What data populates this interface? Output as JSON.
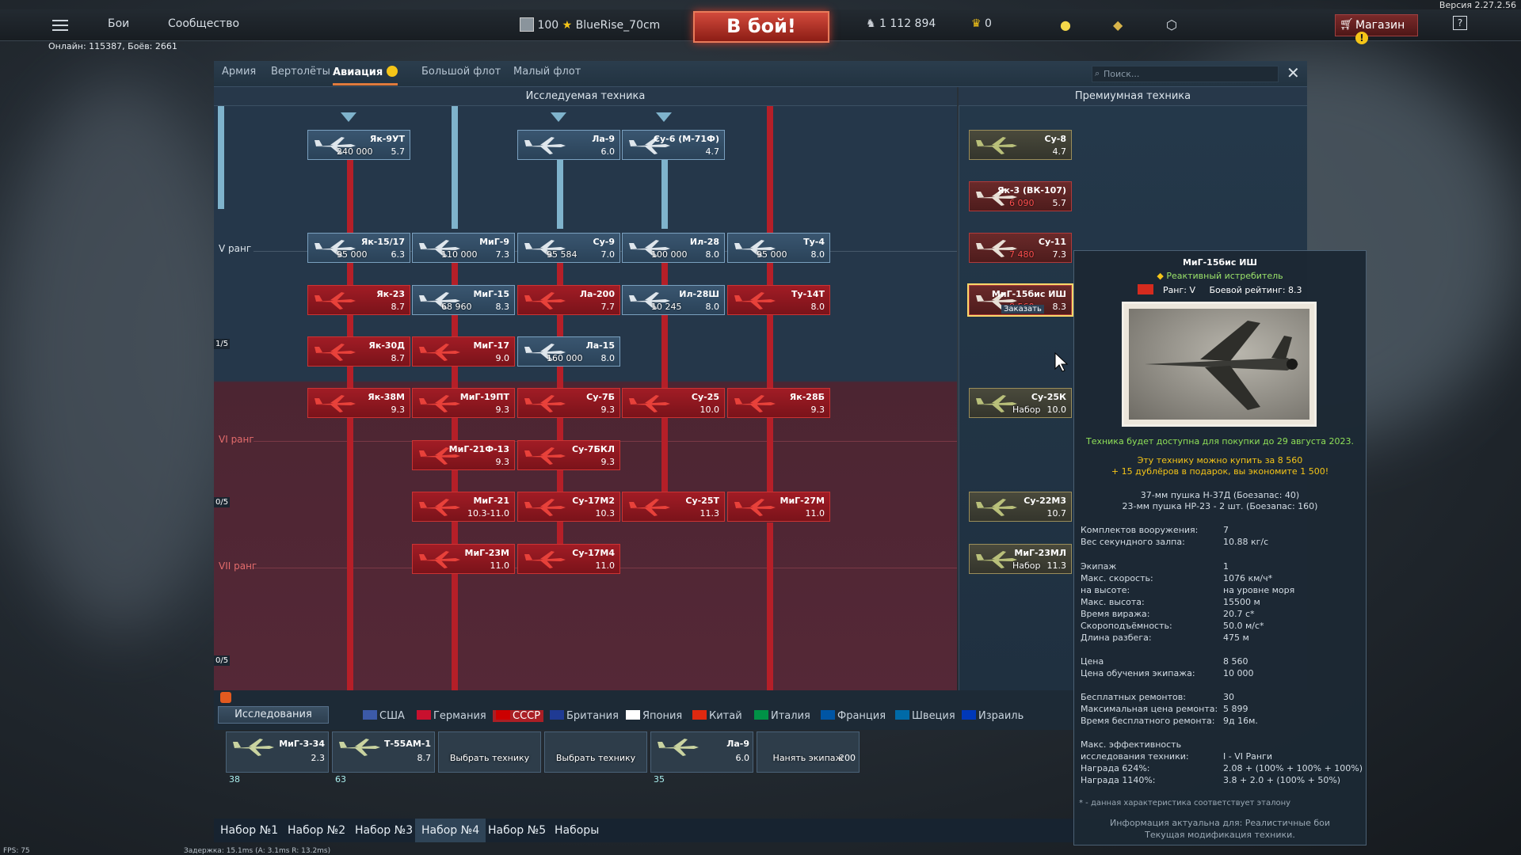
{
  "topbar": {
    "version": "Версия 2.27.2.56",
    "battles": "Бои",
    "community": "Сообщество",
    "level": "100",
    "nickname": "BlueRise_70cm",
    "to_battle": "В бой!",
    "silver_lions": "1 112 894",
    "golden_eagles": "0",
    "shop": "Магазин",
    "help": "?"
  },
  "online": "Онлайн: 115387, Боёв: 2661",
  "nav": {
    "tabs": [
      "Армия",
      "Вертолёты",
      "Авиация",
      "Большой флот",
      "Малый флот"
    ],
    "active": "Авиация",
    "search_placeholder": "Поиск..."
  },
  "columns": {
    "researchable": "Исследуемая техника",
    "premium": "Премиумная техника"
  },
  "ranks": [
    {
      "label": "V ранг",
      "count": "1/5"
    },
    {
      "label": "VI ранг",
      "count": "0/5"
    },
    {
      "label": "VII ранг",
      "count": "0/5"
    }
  ],
  "tree": [
    {
      "name": "Як-9УТ",
      "rp": "240 000",
      "br": "5.7",
      "state": "researched"
    },
    {
      "name": "Ла-9",
      "rp": "",
      "br": "6.0",
      "state": "researched"
    },
    {
      "name": "Су-6 (М-71Ф)",
      "rp": "",
      "br": "4.7",
      "state": "researched"
    },
    {
      "name": "Як-15/17",
      "rp": "95 000",
      "br": "6.3",
      "state": "researched"
    },
    {
      "name": "МиГ-9",
      "rp": "110 000",
      "br": "7.3",
      "state": "researched"
    },
    {
      "name": "Су-9",
      "rp": "95 584",
      "br": "7.0",
      "state": "researched"
    },
    {
      "name": "Ил-28",
      "rp": "100 000",
      "br": "8.0",
      "state": "researched"
    },
    {
      "name": "Ту-4",
      "rp": "95 000",
      "br": "8.0",
      "state": "researched"
    },
    {
      "name": "Як-23",
      "rp": "",
      "br": "8.7",
      "state": "locked"
    },
    {
      "name": "МиГ-15",
      "rp": "68 960",
      "br": "8.3",
      "state": "researched"
    },
    {
      "name": "Ла-200",
      "rp": "",
      "br": "7.7",
      "state": "locked"
    },
    {
      "name": "Ил-28Ш",
      "rp": "10 245",
      "br": "8.0",
      "state": "researched"
    },
    {
      "name": "Ту-14Т",
      "rp": "",
      "br": "8.0",
      "state": "locked"
    },
    {
      "name": "Як-30Д",
      "rp": "",
      "br": "8.7",
      "state": "locked"
    },
    {
      "name": "МиГ-17",
      "rp": "",
      "br": "9.0",
      "state": "locked"
    },
    {
      "name": "Ла-15",
      "rp": "160 000",
      "br": "8.0",
      "state": "researched"
    },
    {
      "name": "Як-38М",
      "rp": "",
      "br": "9.3",
      "state": "locked"
    },
    {
      "name": "МиГ-19ПТ",
      "rp": "",
      "br": "9.3",
      "state": "locked"
    },
    {
      "name": "Су-7Б",
      "rp": "",
      "br": "9.3",
      "state": "locked"
    },
    {
      "name": "Су-25",
      "rp": "",
      "br": "10.0",
      "state": "locked"
    },
    {
      "name": "Як-28Б",
      "rp": "",
      "br": "9.3",
      "state": "locked"
    },
    {
      "name": "МиГ-21Ф-13",
      "rp": "",
      "br": "9.3",
      "state": "locked"
    },
    {
      "name": "Су-7БКЛ",
      "rp": "",
      "br": "9.3",
      "state": "locked"
    },
    {
      "name": "МиГ-21",
      "rp": "",
      "br": "10.3-11.0",
      "state": "locked"
    },
    {
      "name": "Су-17М2",
      "rp": "",
      "br": "10.3",
      "state": "locked"
    },
    {
      "name": "Су-25Т",
      "rp": "",
      "br": "11.3",
      "state": "locked"
    },
    {
      "name": "МиГ-27М",
      "rp": "",
      "br": "11.0",
      "state": "locked"
    },
    {
      "name": "МиГ-23М",
      "rp": "",
      "br": "11.0",
      "state": "locked"
    },
    {
      "name": "Су-17М4",
      "rp": "",
      "br": "11.0",
      "state": "locked"
    }
  ],
  "premium": [
    {
      "name": "Су-8",
      "price": "",
      "br": "4.7",
      "state": "premium"
    },
    {
      "name": "Як-3 (ВК-107)",
      "price": "6 090",
      "br": "5.7",
      "state": "prem-locked"
    },
    {
      "name": "Су-11",
      "price": "7 480",
      "br": "7.3",
      "state": "prem-locked"
    },
    {
      "name": "МиГ-15бис ИШ",
      "price": "8 560",
      "br": "8.3",
      "state": "prem-locked",
      "order": "Заказать"
    },
    {
      "name": "Су-25К",
      "price": "Набор",
      "br": "10.0",
      "state": "premium"
    },
    {
      "name": "Су-22М3",
      "price": "",
      "br": "10.7",
      "state": "premium"
    },
    {
      "name": "МиГ-23МЛ",
      "price": "Набор",
      "br": "11.3",
      "state": "premium"
    }
  ],
  "tooltip": {
    "title": "МиГ-15бис ИШ",
    "class": "Реактивный истребитель",
    "rank": "Ранг: V",
    "rating": "Боевой рейтинг: 8.3",
    "availability": "Техника будет доступна для покупки до 29 августа 2023.",
    "buy_note": "Эту технику можно купить за 8 560",
    "bonus_note": "+ 15 дублёров в подарок, вы экономите 1 500!",
    "weapons": [
      "37-мм пушка Н-37Д (Боезапас: 40)",
      "23-мм пушка НР-23 - 2 шт. (Боезапас: 160)"
    ],
    "stats": [
      {
        "k": "Комплектов вооружения:",
        "v": "7",
        "c": ""
      },
      {
        "k": "Вес секундного залпа:",
        "v": "10.88 кг/с",
        "c": ""
      },
      {
        "k": "Экипаж",
        "v": "1",
        "c": ""
      },
      {
        "k": "Макс. скорость:",
        "v": "1076 км/ч*",
        "c": "green"
      },
      {
        "k": "на высоте:",
        "v": "на уровне моря",
        "c": ""
      },
      {
        "k": "Макс. высота:",
        "v": "15500 м",
        "c": ""
      },
      {
        "k": "Время виража:",
        "v": "20.7 с*",
        "c": "green"
      },
      {
        "k": "Скороподъёмность:",
        "v": "50.0 м/с*",
        "c": "green"
      },
      {
        "k": "Длина разбега:",
        "v": "475 м",
        "c": ""
      },
      {
        "k": "Цена",
        "v": "8 560",
        "c": "red-t"
      },
      {
        "k": "Цена обучения экипажа:",
        "v": "10 000",
        "c": ""
      },
      {
        "k": "Бесплатных ремонтов:",
        "v": "30",
        "c": ""
      },
      {
        "k": "Максимальная цена ремонта:",
        "v": "5 899",
        "c": ""
      },
      {
        "k": "Время бесплатного ремонта:",
        "v": "9д 16м.",
        "c": ""
      },
      {
        "k": "Макс. эффективность",
        "v": "",
        "c": ""
      },
      {
        "k": "исследования техники:",
        "v": "I - VI Ранги",
        "c": ""
      },
      {
        "k": "Награда 624%:",
        "v": "2.08 + (100% + 100% + 100%)",
        "c": ""
      },
      {
        "k": "Награда 1140%:",
        "v": "3.8 + 2.0 + (100% + 50%)",
        "c": ""
      }
    ],
    "footnote": "* - данная характеристика соответствует эталону",
    "info_1": "Информация актуальна для: Реалистичные бои",
    "info_2": "Текущая модификация техники."
  },
  "countries": {
    "research_button": "Исследования",
    "list": [
      "США",
      "Германия",
      "СССР",
      "Британия",
      "Япония",
      "Китай",
      "Италия",
      "Франция",
      "Швеция",
      "Израиль"
    ],
    "active": "СССР"
  },
  "slots": [
    {
      "name": "МиГ-3-34",
      "br": "2.3",
      "action": "",
      "crew": "38"
    },
    {
      "name": "Т-55АМ-1",
      "br": "8.7",
      "action": "",
      "crew": "63"
    },
    {
      "name": "",
      "br": "",
      "action": "Выбрать технику",
      "crew": ""
    },
    {
      "name": "",
      "br": "",
      "action": "Выбрать технику",
      "crew": ""
    },
    {
      "name": "Ла-9",
      "br": "6.0",
      "action": "",
      "crew": "35"
    },
    {
      "name": "",
      "br": "200",
      "action": "Нанять экипаж",
      "crew": ""
    }
  ],
  "presets": [
    "Набор №1",
    "Набор №2",
    "Набор №3",
    "Набор №4",
    "Набор №5",
    "Наборы"
  ],
  "active_preset": "Набор №4",
  "status_bar": {
    "fps": "FPS: 75",
    "latency": "Задержка: 15.1ms (А: 3.1ms R: 13.2ms)"
  },
  "colors": {
    "accent": "#e07a3c",
    "locked": "#a11c25",
    "researched": "#3a5670",
    "battle": "#c0392b",
    "green_text": "#8fe058"
  }
}
